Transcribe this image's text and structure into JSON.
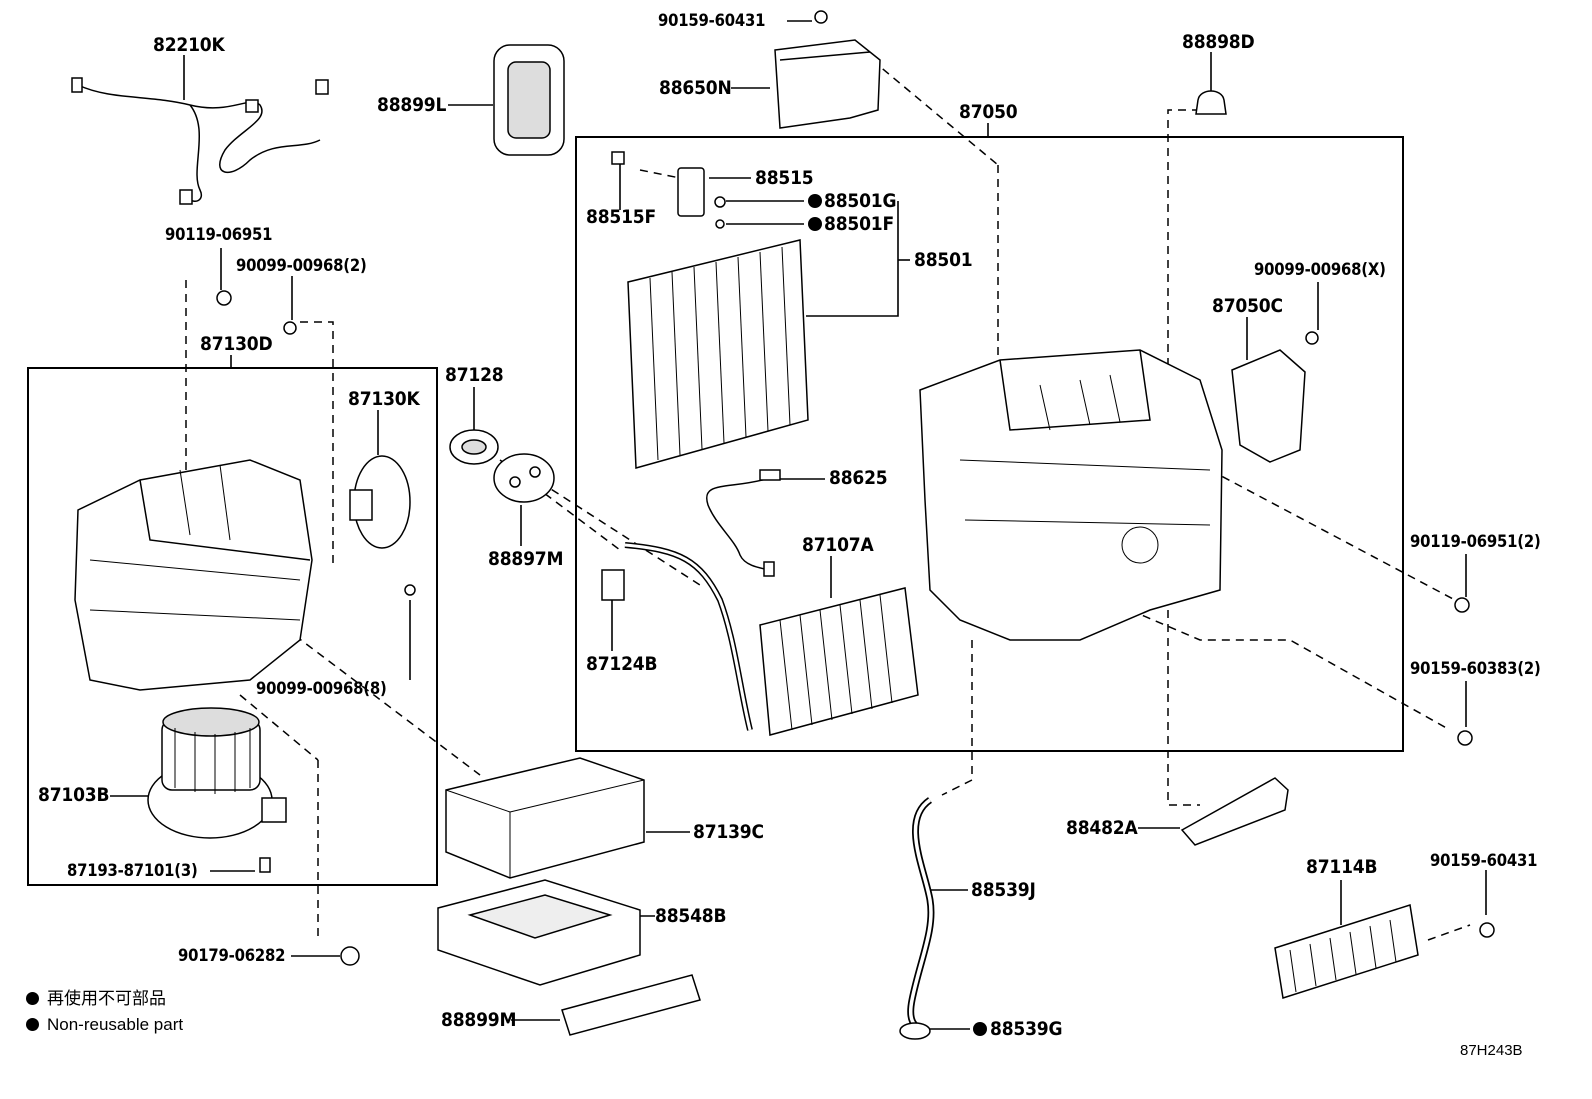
{
  "diagram_id": "87H243B",
  "legend": {
    "symbol": "●",
    "line1": "再使用不可部品",
    "line2": "Non-reusable part"
  },
  "labels": {
    "p82210K": "82210K",
    "p90159_60431_top": "90159-60431",
    "p88650N": "88650N",
    "p88899L": "88899L",
    "p88898D": "88898D",
    "p87050": "87050",
    "p88515": "88515",
    "p88515F": "88515F",
    "p88501G": "88501G",
    "p88501F": "88501F",
    "p88501": "88501",
    "p90119_06951": "90119-06951",
    "p90099_00968_2": "90099-00968(2)",
    "p90099_00968_X": "90099-00968(X)",
    "p87050C": "87050C",
    "p87130D": "87130D",
    "p87128": "87128",
    "p87130K": "87130K",
    "p88625": "88625",
    "p88897M": "88897M",
    "p87107A": "87107A",
    "p90119_06951_2": "90119-06951(2)",
    "p87124B": "87124B",
    "p90099_00968_8": "90099-00968(8)",
    "p90159_60383_2": "90159-60383(2)",
    "p87103B": "87103B",
    "p87139C": "87139C",
    "p88482A": "88482A",
    "p87193_87101_3": "87193-87101(3)",
    "p88539J": "88539J",
    "p87114B": "87114B",
    "p90159_60431_br": "90159-60431",
    "p88548B": "88548B",
    "p90179_06282": "90179-06282",
    "p88899M": "88899M",
    "p88539G": "88539G"
  }
}
